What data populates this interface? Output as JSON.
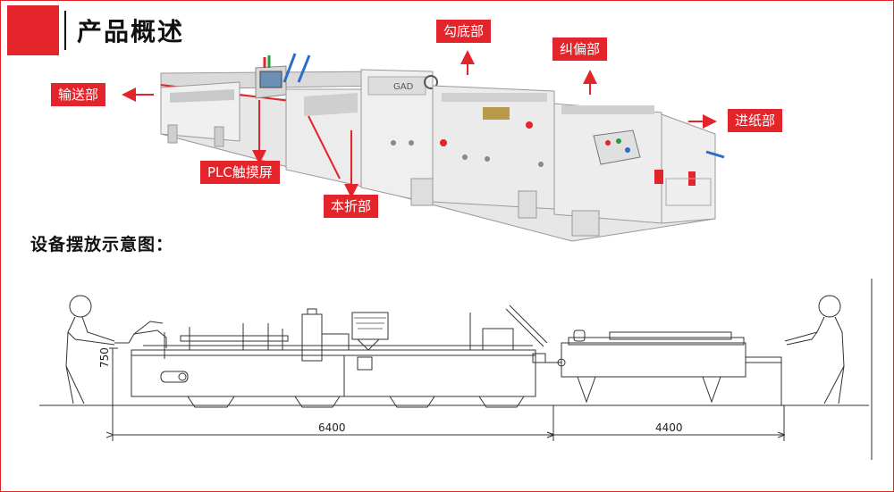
{
  "header": {
    "title": "产品概述"
  },
  "labels": {
    "gou_di": "勾底部",
    "jiu_pian": "纠偏部",
    "shu_song": "输送部",
    "jin_zhi": "进纸部",
    "plc": "PLC触摸屏",
    "ben_zhe": "本折部"
  },
  "machine_brand_plate": "GAD",
  "section2": {
    "title": "设备摆放示意图："
  },
  "dimensions": {
    "left_length": "6400",
    "right_length": "4400",
    "height": "750"
  },
  "colors": {
    "accent": "#e3242b",
    "machine_body": "#ececec",
    "line": "#333333"
  }
}
